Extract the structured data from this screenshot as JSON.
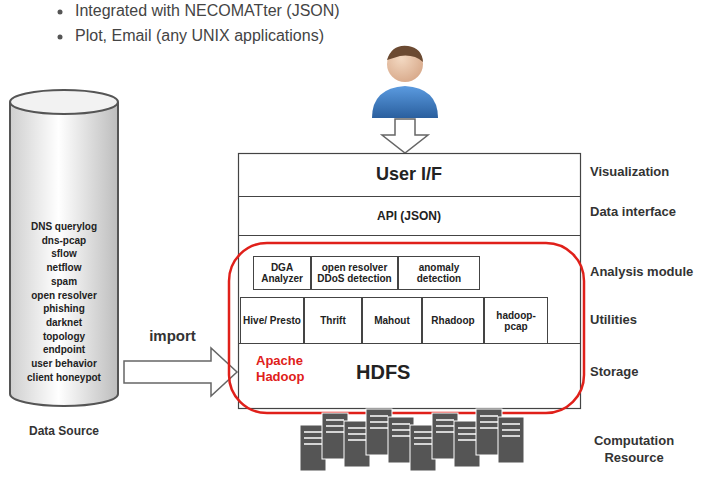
{
  "diagram": {
    "nodes": [
      {
        "text": [
          "DNS querylog",
          "dns-pcap",
          "sflow",
          "netflow",
          "spam",
          "open resolver",
          "phishing",
          "darknet",
          "topology",
          "endpoint",
          "user behavior",
          "client honeypot",
          "Data Source"
        ]
      },
      {
        "text": [
          "User I/F"
        ]
      },
      {
        "text": [
          "API (JSON)"
        ]
      },
      {
        "text": [
          "DGA Analyzer"
        ]
      },
      {
        "text": [
          "open resolver DDoS detection"
        ]
      },
      {
        "text": [
          "anomaly detection"
        ]
      },
      {
        "text": [
          "Hive/ Presto"
        ]
      },
      {
        "text": [
          "Thrift"
        ]
      },
      {
        "text": [
          "Mahout"
        ]
      },
      {
        "text": [
          "Rhadoop"
        ]
      },
      {
        "text": [
          "hadoop-pcap"
        ]
      },
      {
        "text": [
          "Apache Hadoop",
          "HDFS"
        ]
      }
    ],
    "edges": [
      {
        "from": 0,
        "to": 11,
        "label": "import",
        "arrow": "to"
      }
    ],
    "labels": [
      "Integrated with NECOMATter (JSON)",
      "Plot, Email (any UNIX applications)",
      "Visualization",
      "Data interface",
      "Analysis module",
      "Utilities",
      "Storage",
      "Computation Resource"
    ]
  }
}
